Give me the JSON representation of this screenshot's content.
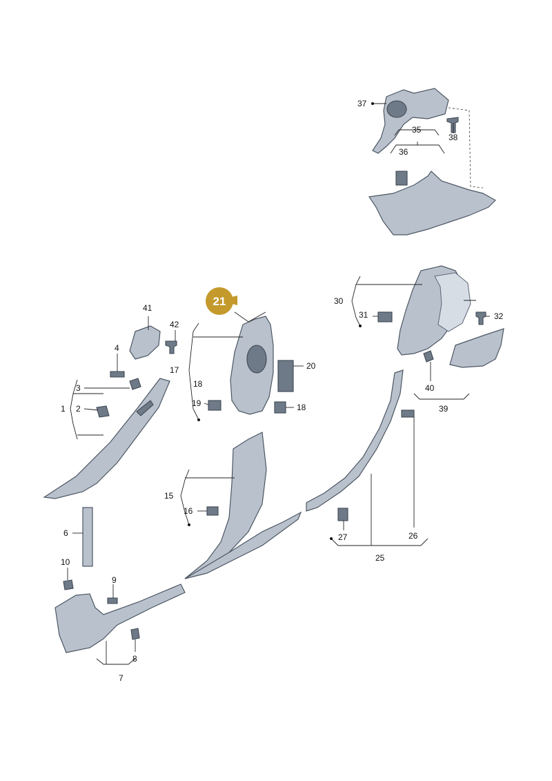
{
  "diagram": {
    "highlight": {
      "label": "21",
      "color": "#c49a2c"
    },
    "callouts": [
      "1",
      "2",
      "3",
      "4",
      "6",
      "7",
      "8",
      "9",
      "10",
      "15",
      "16",
      "17",
      "18",
      "18b",
      "19",
      "20",
      "25",
      "26",
      "27",
      "30",
      "31",
      "32",
      "35",
      "36",
      "37",
      "38",
      "39",
      "40",
      "41",
      "42"
    ],
    "labels": {
      "1": "1",
      "2": "2",
      "3": "3",
      "4": "4",
      "6": "6",
      "7": "7",
      "8": "8",
      "9": "9",
      "10": "10",
      "15": "15",
      "16": "16",
      "17": "17",
      "18": "18",
      "18b": "18",
      "19": "19",
      "20": "20",
      "25": "25",
      "26": "26",
      "27": "27",
      "30": "30",
      "31": "31",
      "32": "32",
      "35": "35",
      "36": "36",
      "37": "37",
      "38": "38",
      "39": "39",
      "40": "40",
      "41": "41",
      "42": "42"
    },
    "colors": {
      "panel": "#b9c1cc",
      "panel_dark": "#6f7a88",
      "line": "#222222"
    }
  }
}
